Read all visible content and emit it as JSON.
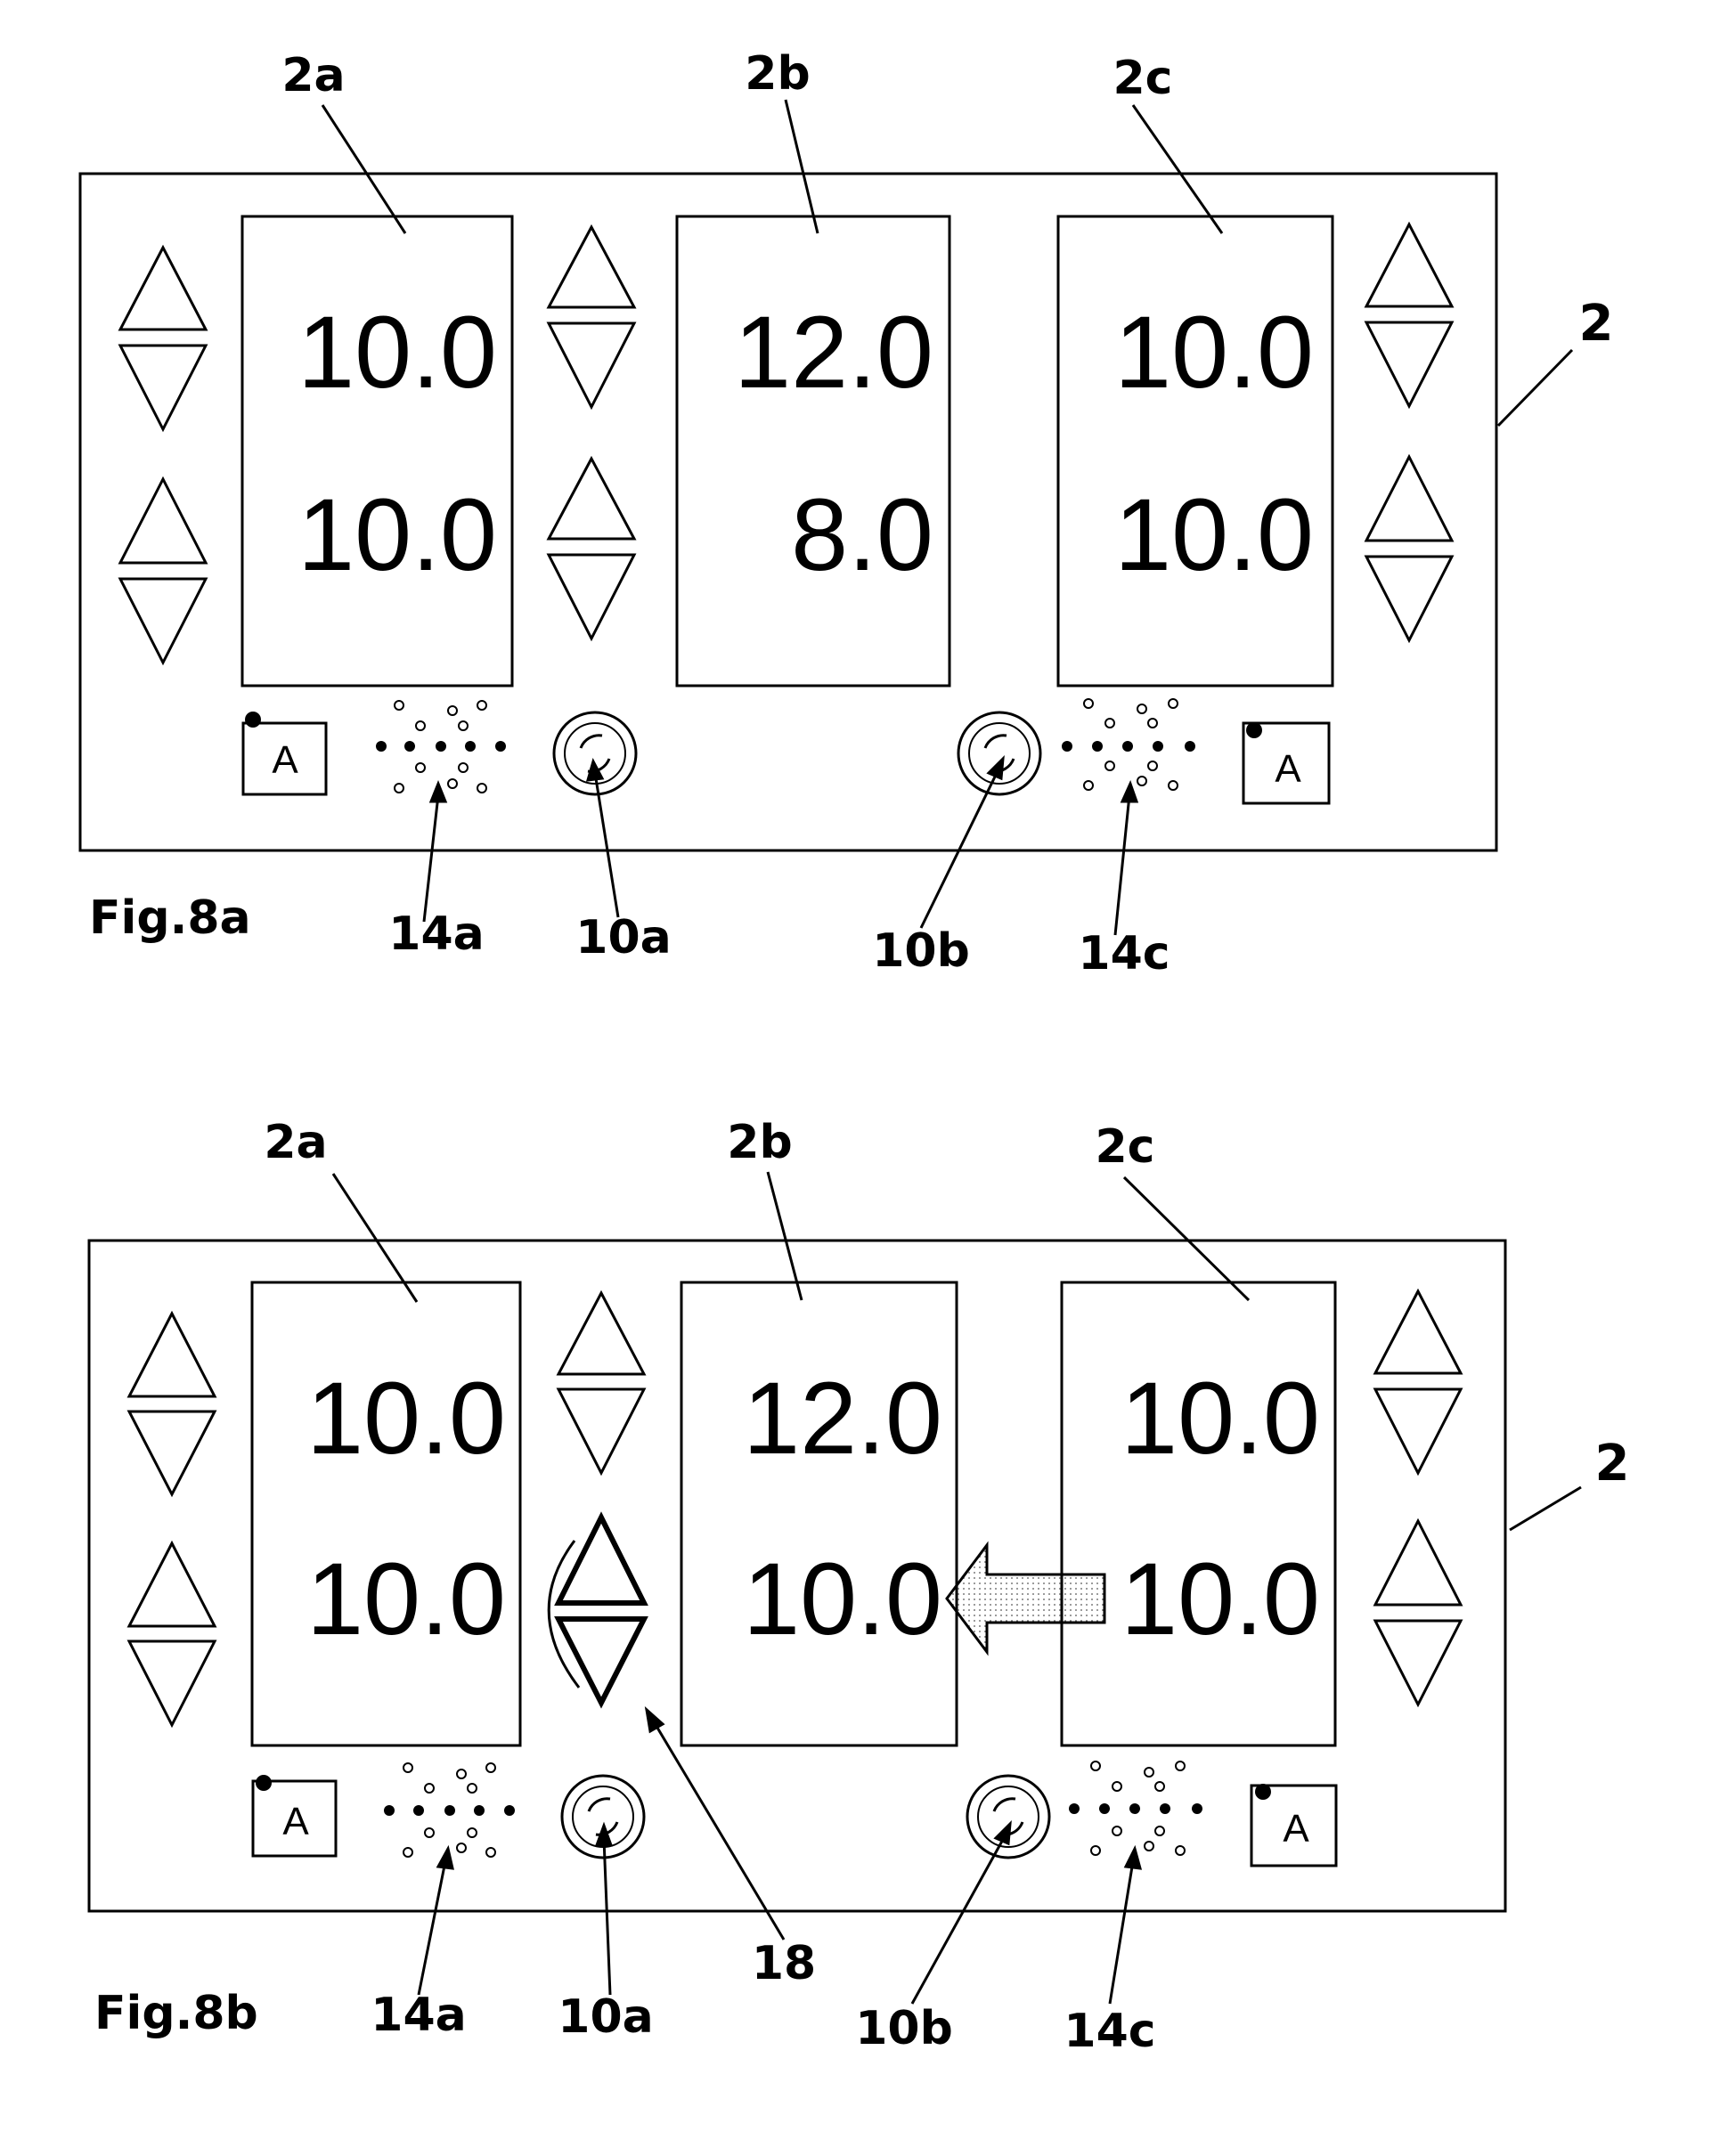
{
  "figures": [
    {
      "id": "fig8a",
      "caption": "Fig.8a",
      "panel_label": "2",
      "displays": [
        {
          "label": "2a",
          "top": "10.0",
          "bottom": "10.0"
        },
        {
          "label": "2b",
          "top": "12.0",
          "bottom": "8.0"
        },
        {
          "label": "2c",
          "top": "10.0",
          "bottom": "10.0"
        }
      ],
      "a_key_text": "A",
      "callouts": {
        "led_left": "14a",
        "knob_left": "10a",
        "knob_right": "10b",
        "led_right": "14c"
      }
    },
    {
      "id": "fig8b",
      "caption": "Fig.8b",
      "panel_label": "2",
      "displays": [
        {
          "label": "2a",
          "top": "10.0",
          "bottom": "10.0"
        },
        {
          "label": "2b",
          "top": "12.0",
          "bottom": "10.0"
        },
        {
          "label": "2c",
          "top": "10.0",
          "bottom": "10.0"
        }
      ],
      "a_key_text": "A",
      "callouts": {
        "led_left": "14a",
        "knob_left": "10a",
        "knob_right": "10b",
        "led_right": "14c",
        "active_arrows": "18"
      }
    }
  ]
}
